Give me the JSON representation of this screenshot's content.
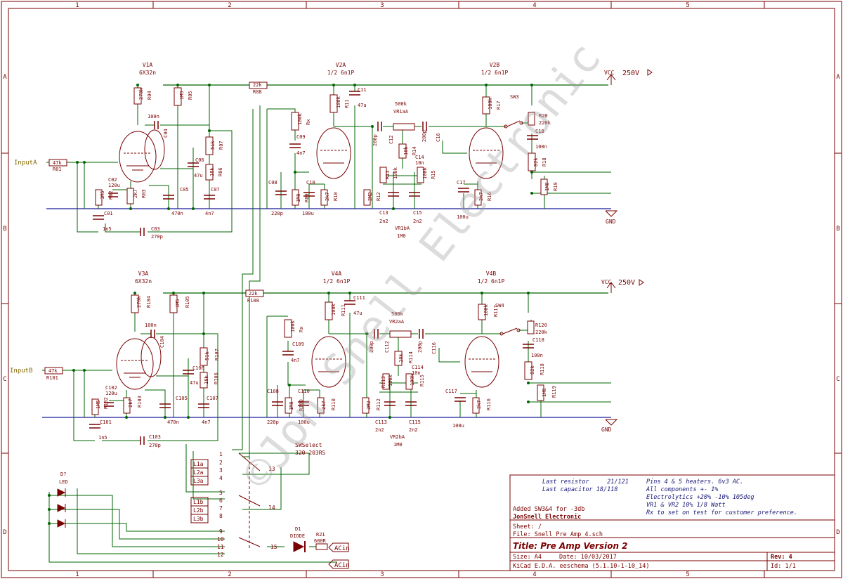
{
  "sheet": {
    "columns": [
      "1",
      "2",
      "3",
      "4",
      "5"
    ],
    "rows": [
      "A",
      "B",
      "C",
      "D"
    ],
    "watermark": "©Jon Snell Electronic"
  },
  "nets": {
    "vcc": "VCC",
    "vcc_value": "250V",
    "gnd": "GND",
    "input_a": "InputA",
    "input_b": "InputB",
    "acin": "ACin"
  },
  "tubes": {
    "v1a": {
      "ref": "V1A",
      "type": "6X32n"
    },
    "v2a": {
      "ref": "V2A",
      "type": "1/2 6n1P"
    },
    "v2b": {
      "ref": "V2B",
      "type": "1/2 6n1P"
    },
    "v3a": {
      "ref": "V3A",
      "type": "6X32n"
    },
    "v4a": {
      "ref": "V4A",
      "type": "1/2 6n1P"
    },
    "v4b": {
      "ref": "V4B",
      "type": "1/2 6n1P"
    }
  },
  "channel_a": {
    "resistors": [
      {
        "ref": "R01",
        "value": "47k"
      },
      {
        "ref": "R02",
        "value": "1M5"
      },
      {
        "ref": "R03",
        "value": "2k7"
      },
      {
        "ref": "R04",
        "value": "270k"
      },
      {
        "ref": "R05",
        "value": "1M5"
      },
      {
        "ref": "R06",
        "value": "18k"
      },
      {
        "ref": "R07",
        "value": "51k"
      },
      {
        "ref": "R08",
        "value": "22k"
      },
      {
        "ref": "R09",
        "value": "1M0"
      },
      {
        "ref": "R10",
        "value": "2k7"
      },
      {
        "ref": "R11",
        "value": "100k"
      },
      {
        "ref": "R12",
        "value": "2M2"
      },
      {
        "ref": "R13",
        "value": "100k"
      },
      {
        "ref": "R14",
        "value": "10k"
      },
      {
        "ref": "R15",
        "value": "100k"
      },
      {
        "ref": "R16",
        "value": "2k7"
      },
      {
        "ref": "R17",
        "value": "100k"
      },
      {
        "ref": "R18",
        "value": "82k"
      },
      {
        "ref": "R19",
        "value": "1M0"
      },
      {
        "ref": "R20",
        "value": "220k"
      },
      {
        "ref": "Rx",
        "value": "100k"
      }
    ],
    "capacitors": [
      {
        "ref": "C01",
        "value": "1n5"
      },
      {
        "ref": "C02",
        "value": "120u"
      },
      {
        "ref": "C03",
        "value": "270p"
      },
      {
        "ref": "C04",
        "value": "100n"
      },
      {
        "ref": "C05",
        "value": "470n"
      },
      {
        "ref": "C06",
        "value": "47u"
      },
      {
        "ref": "C07",
        "value": "4n7"
      },
      {
        "ref": "C08",
        "value": "220p"
      },
      {
        "ref": "C09",
        "value": "4n7"
      },
      {
        "ref": "C10",
        "value": "100u"
      },
      {
        "ref": "C11",
        "value": "47u"
      },
      {
        "ref": "C12",
        "value": "200p"
      },
      {
        "ref": "C13",
        "value": "2n2"
      },
      {
        "ref": "C14",
        "value": "10n"
      },
      {
        "ref": "C15",
        "value": "2n2"
      },
      {
        "ref": "C16",
        "value": "200p"
      },
      {
        "ref": "C17",
        "value": "100u"
      },
      {
        "ref": "C18",
        "value": "100n"
      }
    ],
    "pots": {
      "vr_a_ref": "VR1aA",
      "vr_a_value": "500k",
      "vr_b_ref": "VR1bA",
      "vr_b_value": "1M0"
    },
    "switch": "SW3"
  },
  "channel_b": {
    "resistors": [
      {
        "ref": "R101",
        "value": "47k"
      },
      {
        "ref": "R102",
        "value": "1M5"
      },
      {
        "ref": "R103",
        "value": "2k7"
      },
      {
        "ref": "R104",
        "value": "270k"
      },
      {
        "ref": "R105",
        "value": "1M5"
      },
      {
        "ref": "R106",
        "value": "18k"
      },
      {
        "ref": "R107",
        "value": "51k"
      },
      {
        "ref": "R108",
        "value": "22k"
      },
      {
        "ref": "R109",
        "value": "1M0"
      },
      {
        "ref": "R110",
        "value": "2k7"
      },
      {
        "ref": "R111",
        "value": "100k"
      },
      {
        "ref": "R112",
        "value": "2M2"
      },
      {
        "ref": "R113",
        "value": "100k"
      },
      {
        "ref": "R114",
        "value": "10k"
      },
      {
        "ref": "R115",
        "value": "100k"
      },
      {
        "ref": "R116",
        "value": "2k7"
      },
      {
        "ref": "R117",
        "value": "100k"
      },
      {
        "ref": "R118",
        "value": "82k"
      },
      {
        "ref": "R119",
        "value": "1M0"
      },
      {
        "ref": "R120",
        "value": "220k"
      },
      {
        "ref": "Rx",
        "value": "100k"
      }
    ],
    "capacitors": [
      {
        "ref": "C101",
        "value": "1n5"
      },
      {
        "ref": "C102",
        "value": "120u"
      },
      {
        "ref": "C103",
        "value": "270p"
      },
      {
        "ref": "C104",
        "value": "100n"
      },
      {
        "ref": "C105",
        "value": "470n"
      },
      {
        "ref": "C106",
        "value": "47u"
      },
      {
        "ref": "C107",
        "value": "4n7"
      },
      {
        "ref": "C108",
        "value": "220p"
      },
      {
        "ref": "C109",
        "value": "4n7"
      },
      {
        "ref": "C110",
        "value": "100u"
      },
      {
        "ref": "C111",
        "value": "47u"
      },
      {
        "ref": "C112",
        "value": "200p"
      },
      {
        "ref": "C113",
        "value": "2n2"
      },
      {
        "ref": "C114",
        "value": "10n"
      },
      {
        "ref": "C115",
        "value": "2n2"
      },
      {
        "ref": "C116",
        "value": "200p"
      },
      {
        "ref": "C117",
        "value": "100u"
      },
      {
        "ref": "C118",
        "value": "100n"
      }
    ],
    "pots": {
      "vr_a_ref": "VR2aA",
      "vr_a_value": "500k",
      "vr_b_ref": "VR2bA",
      "vr_b_value": "1M0"
    },
    "switch": "SW4"
  },
  "selector": {
    "ref": "SWSelect",
    "part": "320-203RS",
    "pins": [
      "1",
      "2",
      "3",
      "4",
      "5",
      "6",
      "7",
      "8",
      "9",
      "10",
      "11",
      "12",
      "13",
      "14",
      "15"
    ],
    "labels": [
      "L1a",
      "L2a",
      "L3a",
      "L1b",
      "L2b",
      "L3b"
    ]
  },
  "led": {
    "ref": "D?",
    "value": "LED"
  },
  "diode": {
    "ref": "D1",
    "value": "DIODE"
  },
  "r21": {
    "ref": "R21",
    "value": "680R"
  },
  "notes": {
    "last_resistor": "Last resistor     21/121",
    "last_capacitor": "Last capacitor 18/118",
    "heaters": "Pins 4 & 5 heaters. 6v3 AC.",
    "tolerance": "All components +- 1%",
    "electrolytics": "Electrolytics +20% -10% 105deg",
    "pots": "VR1 & VR2 10% 1/8 Watt",
    "rx": "Rx to set on test for customer preference.",
    "added": "Added SW3&4 for -3db"
  },
  "title_block": {
    "company": "JonSnell Electronic",
    "sheet": "Sheet: /",
    "file": "File: Snell Pre Amp 4.sch",
    "title": "Title: Pre Amp Version 2",
    "size": "Size: A4",
    "date": "Date: 10/03/2017",
    "rev": "Rev: 4",
    "tool": "KiCad E.D.A.  eeschema (5.1.10-1-10_14)",
    "id": "Id: 1/1"
  }
}
